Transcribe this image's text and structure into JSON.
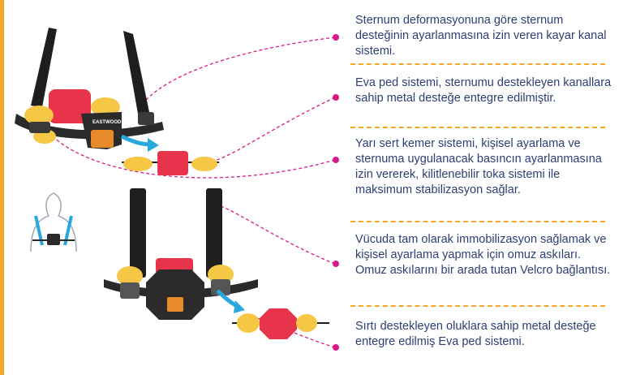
{
  "features": [
    {
      "text": "Sternum deformasyonuna göre sternum desteğinin ayarlanmasına izin veren kayar kanal sistemi."
    },
    {
      "text": "Eva ped sistemi, sternumu destekleyen kanallara sahip metal desteğe entegre edilmiştir."
    },
    {
      "text": "Yarı sert kemer sistemi, kişisel ayarlama ve sternuma uygulanacak basıncın ayarlanmasına izin vererek, kilitlenebilir toka sistemi ile maksimum stabilizasyon sağlar."
    },
    {
      "text": "Vücuda tam olarak immobilizasyon sağlamak ve kişisel ayarlama yapmak için omuz askıları. Omuz askılarını bir arada tutan Velcro bağlantısı."
    },
    {
      "text": "Sırtı destekleyen oluklara sahip metal desteğe entegre edilmiş Eva ped sistemi."
    }
  ],
  "product_label": "EASTWOOD",
  "colors": {
    "accent_orange": "#f5a623",
    "text_navy": "#2d3e75",
    "connector_magenta": "#d9198a",
    "strap_black": "#1e1e1e",
    "pad_red": "#e8344a",
    "pad_yellow": "#f6c744",
    "arrow_blue": "#29a8df"
  }
}
